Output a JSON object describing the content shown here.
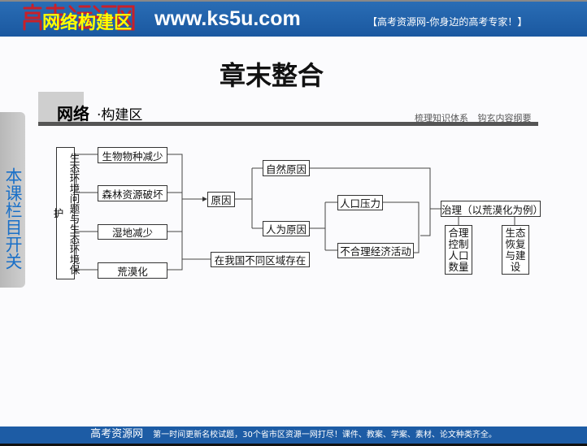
{
  "header": {
    "logo_text": "高考资源网",
    "logo_overlay": "网络构建区",
    "site": "www.ks5u.com",
    "slogan": "【高考资源网-你身边的高考专家！】"
  },
  "title": "章末整合",
  "section": {
    "main": "网络",
    "sub": "·构建区",
    "right": "梳理知识体系 钩玄内容纲要"
  },
  "side_tab": "本课栏目开关",
  "diagram": {
    "root": "生态环境问题与生态环境保护",
    "problems": [
      "生物物种减少",
      "森林资源破坏",
      "湿地减少",
      "荒漠化"
    ],
    "cause": "原因",
    "exist": "在我国不同区域存在",
    "natural": "自然原因",
    "human": "人为原因",
    "human_causes": [
      "人口压力",
      "不合理经济活动"
    ],
    "governance": "治理（以荒漠化为例）",
    "measures": [
      "合理控制人口数量",
      "生态恢复与建设"
    ]
  },
  "footer": {
    "brand": "高考资源网",
    "text": "第一时间更新名校试题，30个省市区资源一网打尽！课件、教案、学案、素材、论文种类齐全。"
  }
}
